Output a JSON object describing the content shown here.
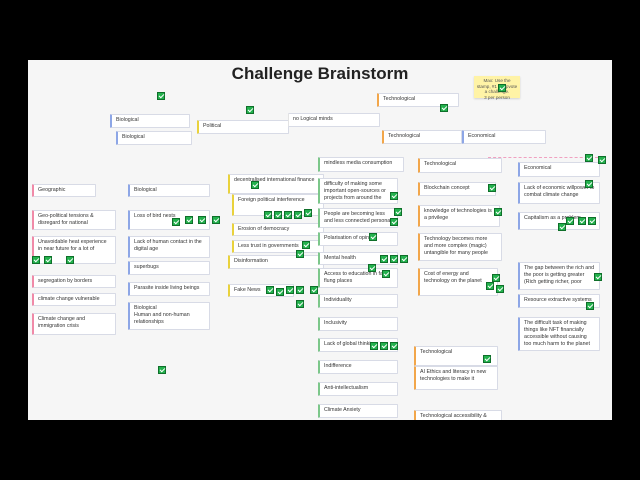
{
  "board": {
    "title": "Challenge Brainstorm",
    "sticky_note": "Max: Use the stamp, #1 to upvote a challenge.\n3 per person",
    "top_notes": {
      "technological": "Technological",
      "biological_1": "Biological",
      "biological_2": "Biological",
      "political": "Political",
      "no_logical_minds": "no Logical minds",
      "technological_2": "Technological",
      "economical": "Economical"
    },
    "col_a": {
      "geographic": "Geographic",
      "geo_political": "Geo-political tensions & disregard for national",
      "heat_exp": "Unavoidable heat experience in near future for a lot of",
      "segregation": "segregation by borders",
      "climate_vuln": "climate change vulnerable",
      "climate_migration": "Climate change and immigration crisis"
    },
    "col_b": {
      "biological": "Biological",
      "loss_bird": "Loss of bird nests",
      "lack_contact": "Lack of human contact in the digital age",
      "superbugs": "superbugs",
      "parasite": "Parasite inside living beings",
      "biological_rel": "Biological\nHuman and non-human relationships"
    },
    "col_c": {
      "decentralised": "decentralised international finance",
      "foreign": "Foreign political interference",
      "erosion": "Erosion of democracy",
      "less_trust": "Less trust in governments",
      "disinformation": "Disinformation",
      "fake_news": "Fake News"
    },
    "col_d": {
      "mindless": "mindless media consumption",
      "difficulty": "difficulty of making some important open-sources or projects from around the",
      "people_less": "People are becoming less and less connected personal",
      "polarisation": "Polarisation of opinion",
      "mental_health": "Mental health",
      "access_edu": "Access to education in far flung places",
      "individuality": "Individuality",
      "inclusivity": "Inclusivity",
      "lack_global": "Lack of global thinking",
      "indifference": "Indifference",
      "anti_intel": "Anti-intellectualism",
      "climate_anxiety": "Climate Anxiety"
    },
    "col_e": {
      "technological": "Technological",
      "blockchain": "Blockchain concept",
      "knowledge": "knowledge of technologies is a privilege",
      "tech_complex": "Technology becomes more and more complex (magic) untangible for many people",
      "cost_energy": "Cost of energy and technology on the planet",
      "tech_2": "Technological",
      "ai_ethics": "AI Ethics and literacy in new technologies to make it",
      "tech_accessibility": "Technological accessibility &"
    },
    "col_f": {
      "economical": "Economical",
      "lack_econ": "Lack of economic willpower to combat climate change",
      "capitalism": "Capitalism as a problem",
      "gap_rich": "The gap between the rich and the poor is getting greater (Rich getting richer, poor",
      "resource": "Resource extractive systems",
      "difficult_task": "The difficult task of making things like NFT financially accessible without causing too much harm to the planet"
    }
  }
}
